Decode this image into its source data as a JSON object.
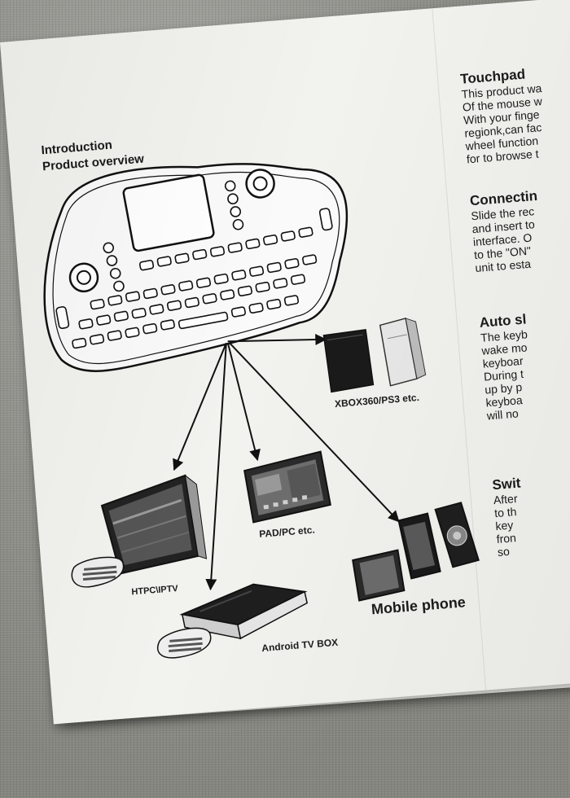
{
  "manual": {
    "heading_intro": "Introduction",
    "heading_overview": "Product overview",
    "devices": {
      "xbox": "XBOX360/PS3 etc.",
      "pad": "PAD/PC etc.",
      "htpc": "HTPC\\IPTV",
      "tvbox": "Android TV BOX",
      "phone": "Mobile phone"
    },
    "right_column": [
      {
        "title": "Touchpad",
        "lines": [
          "This product wa",
          "Of the mouse w",
          "With your finge",
          "regionk,can fac",
          "wheel function",
          "for to browse t"
        ]
      },
      {
        "title": "Connectin",
        "lines": [
          "Slide the rec",
          "and insert to",
          "interface. O",
          "to the \"ON\"",
          "unit to esta"
        ]
      },
      {
        "title": "Auto sl",
        "lines": [
          "The keyb",
          "wake mo",
          "keyboar",
          "During t",
          "up by p",
          "keyboa",
          "will no"
        ]
      },
      {
        "title": "Swit",
        "lines": [
          "After",
          "to th",
          "key",
          "fron",
          "so"
        ]
      }
    ]
  },
  "colors": {
    "paper": "#f2f2ee",
    "ink": "#1a1a1a",
    "fabric": "#8e8e8a"
  }
}
